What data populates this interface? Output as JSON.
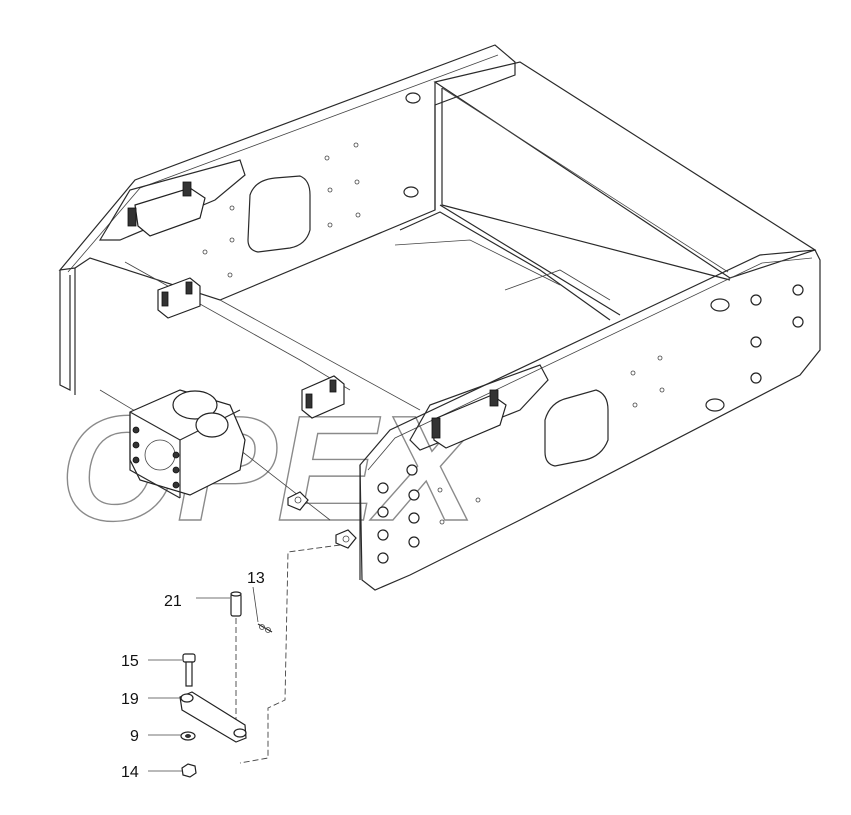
{
  "diagram": {
    "watermark": "OPEX",
    "callouts": [
      {
        "id": "c13",
        "label": "13"
      },
      {
        "id": "c21",
        "label": "21"
      },
      {
        "id": "c15",
        "label": "15"
      },
      {
        "id": "c19",
        "label": "19"
      },
      {
        "id": "c9",
        "label": "9"
      },
      {
        "id": "c14",
        "label": "14"
      }
    ]
  }
}
